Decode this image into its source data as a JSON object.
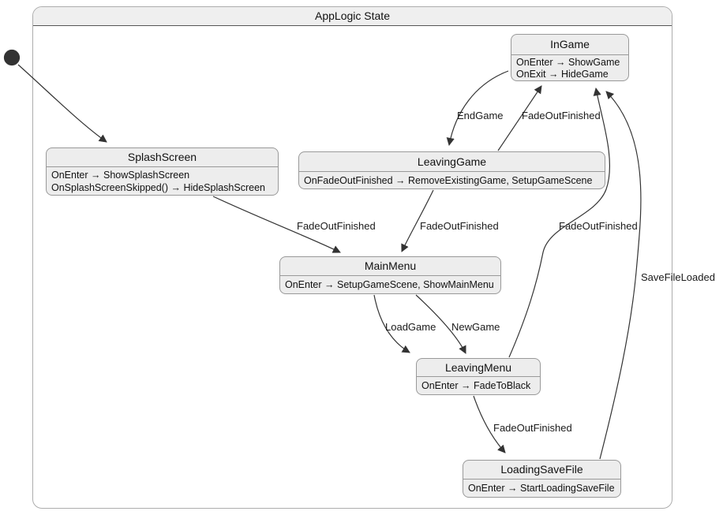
{
  "diagram": {
    "title": "AppLogic State",
    "states": [
      {
        "id": "InGame",
        "title": "InGame",
        "actions": [
          "OnEnter → ShowGame",
          "OnExit → HideGame"
        ]
      },
      {
        "id": "SplashScreen",
        "title": "SplashScreen",
        "actions": [
          "OnEnter → ShowSplashScreen",
          "OnSplashScreenSkipped() → HideSplashScreen"
        ]
      },
      {
        "id": "LeavingGame",
        "title": "LeavingGame",
        "actions": [
          "OnFadeOutFinished → RemoveExistingGame, SetupGameScene"
        ]
      },
      {
        "id": "MainMenu",
        "title": "MainMenu",
        "actions": [
          "OnEnter → SetupGameScene, ShowMainMenu"
        ]
      },
      {
        "id": "LeavingMenu",
        "title": "LeavingMenu",
        "actions": [
          "OnEnter → FadeToBlack"
        ]
      },
      {
        "id": "LoadingSaveFile",
        "title": "LoadingSaveFile",
        "actions": [
          "OnEnter → StartLoadingSaveFile"
        ]
      }
    ],
    "transitions": [
      {
        "from": "initial",
        "to": "SplashScreen",
        "label": ""
      },
      {
        "from": "SplashScreen",
        "to": "MainMenu",
        "label": "FadeOutFinished"
      },
      {
        "from": "InGame",
        "to": "LeavingGame",
        "label": "EndGame"
      },
      {
        "from": "LeavingGame",
        "to": "InGame",
        "label": "FadeOutFinished"
      },
      {
        "from": "LeavingGame",
        "to": "MainMenu",
        "label": "FadeOutFinished"
      },
      {
        "from": "MainMenu",
        "to": "LeavingMenu",
        "label": "LoadGame"
      },
      {
        "from": "MainMenu",
        "to": "LeavingMenu",
        "label": "NewGame"
      },
      {
        "from": "LeavingMenu",
        "to": "LoadingSaveFile",
        "label": "FadeOutFinished"
      },
      {
        "from": "LeavingMenu",
        "to": "InGame",
        "label": "FadeOutFinished"
      },
      {
        "from": "LoadingSaveFile",
        "to": "InGame",
        "label": "SaveFileLoaded"
      }
    ],
    "colors": {
      "state_fill": "#ededed",
      "state_stroke": "#999999",
      "edge": "#333333",
      "container_stroke": "#adadad",
      "title_band_fill": "#efefef"
    }
  }
}
